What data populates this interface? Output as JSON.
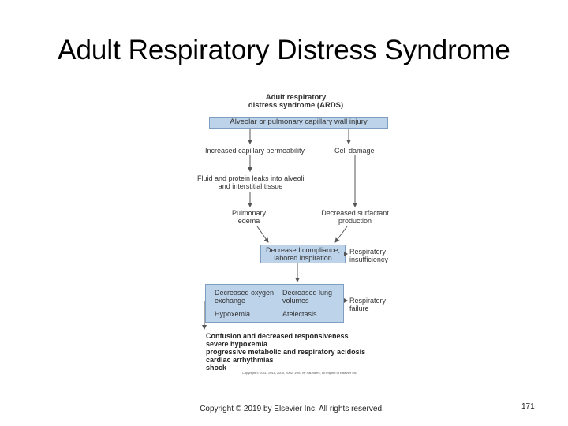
{
  "slide": {
    "title": "Adult Respiratory Distress Syndrome",
    "footer": "Copyright © 2019 by Elsevier Inc. All rights reserved.",
    "page_number": "171"
  },
  "diagram": {
    "heading": [
      "Adult respiratory",
      "distress syndrome (ARDS)"
    ],
    "injury": "Alveolar or pulmonary capillary wall injury",
    "capillary_permeability": "Increased capillary permeability",
    "cell_damage": "Cell damage",
    "fluid_leak": [
      "Fluid and protein leaks into alveoli",
      "and interstitial tissue"
    ],
    "pulmonary_edema": [
      "Pulmonary",
      "edema"
    ],
    "surfactant": [
      "Decreased surfactant",
      "production"
    ],
    "compliance": [
      "Decreased compliance,",
      "labored inspiration"
    ],
    "resp_insufficiency": [
      "Respiratory",
      "insufficiency"
    ],
    "oxygen_exchange": [
      "Decreased oxygen",
      "exchange"
    ],
    "lung_volumes": [
      "Decreased lung",
      "volumes"
    ],
    "hypoxemia": "Hypoxemia",
    "atelectasis": "Atelectasis",
    "resp_failure": [
      "Respiratory",
      "failure"
    ],
    "outcomes": [
      "Confusion and decreased responsiveness",
      "severe hypoxemia",
      "progressive metabolic and respiratory acidosis",
      "cardiac arrhythmias",
      "shock"
    ],
    "fine_print": "Copyright © 2011, 2011, 2005, 2002, 1997 by Saunders, an imprint of Elsevier Inc."
  }
}
